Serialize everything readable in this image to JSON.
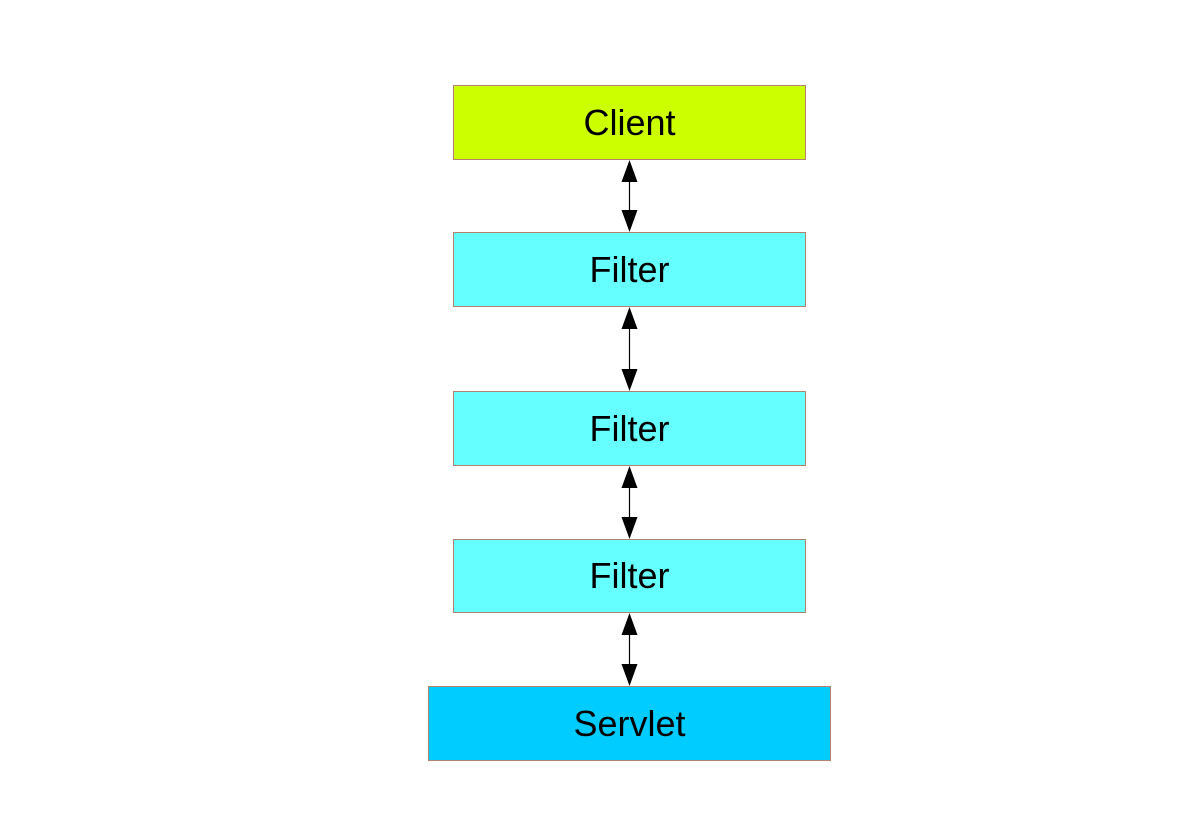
{
  "diagram": {
    "nodes": [
      {
        "id": "client",
        "label": "Client",
        "fill": "#ccff00"
      },
      {
        "id": "filter-1",
        "label": "Filter",
        "fill": "#66ffff"
      },
      {
        "id": "filter-2",
        "label": "Filter",
        "fill": "#66ffff"
      },
      {
        "id": "filter-3",
        "label": "Filter",
        "fill": "#66ffff"
      },
      {
        "id": "servlet",
        "label": "Servlet",
        "fill": "#00ccff"
      }
    ],
    "edges": [
      {
        "from": "client",
        "to": "filter-1",
        "direction": "both"
      },
      {
        "from": "filter-1",
        "to": "filter-2",
        "direction": "both"
      },
      {
        "from": "filter-2",
        "to": "filter-3",
        "direction": "both"
      },
      {
        "from": "filter-3",
        "to": "servlet",
        "direction": "both"
      }
    ],
    "colors": {
      "border": "#b5826f",
      "arrow": "#000000",
      "text": "#000000",
      "background": "#ffffff"
    }
  }
}
